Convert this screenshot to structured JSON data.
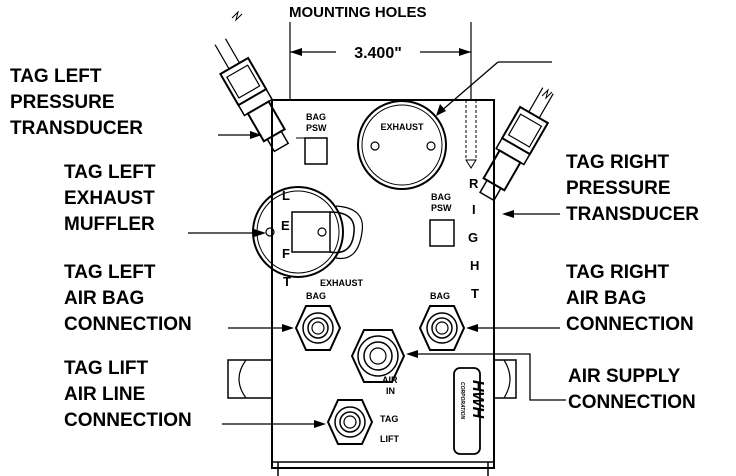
{
  "header": {
    "title": "MOUNTING HOLES"
  },
  "dimension": {
    "value": "3.400\""
  },
  "callouts": {
    "tag_left_pressure_transducer": [
      "TAG LEFT",
      "PRESSURE",
      "TRANSDUCER"
    ],
    "tag_left_exhaust_muffler": [
      "TAG LEFT",
      "EXHAUST",
      "MUFFLER"
    ],
    "tag_left_air_bag_connection": [
      "TAG LEFT",
      "AIR BAG",
      "CONNECTION"
    ],
    "tag_lift_air_line_connection": [
      "TAG LIFT",
      "AIR LINE",
      "CONNECTION"
    ],
    "tag_right_pressure_transducer": [
      "TAG RIGHT",
      "PRESSURE",
      "TRANSDUCER"
    ],
    "tag_right_air_bag_connection": [
      "TAG RIGHT",
      "AIR BAG",
      "CONNECTION"
    ],
    "air_supply_connection": [
      "AIR SUPPLY",
      "CONNECTION"
    ]
  },
  "part_labels": {
    "exhaust_top": "EXHAUST",
    "exhaust_left": "EXHAUST",
    "bag_psw_left_1": "BAG",
    "bag_psw_left_2": "PSW",
    "bag_psw_right_1": "BAG",
    "bag_psw_right_2": "PSW",
    "bag_left": "BAG",
    "bag_right": "BAG",
    "air_in_1": "AIR",
    "air_in_2": "IN",
    "tag_lift_1": "TAG",
    "tag_lift_2": "LIFT",
    "left_letters": [
      "L",
      "E",
      "F",
      "T"
    ],
    "right_letters": [
      "R",
      "I",
      "G",
      "H",
      "T"
    ],
    "logo": "HWH",
    "logo_sub": "CORPORATION"
  }
}
